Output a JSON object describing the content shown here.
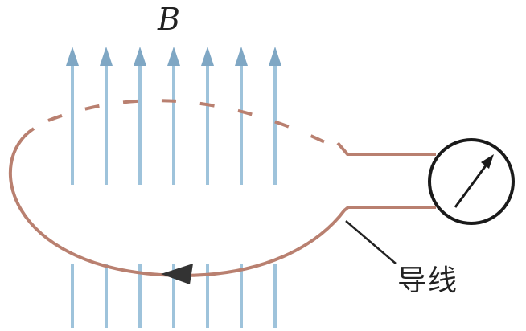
{
  "diagram": {
    "field_symbol": "B",
    "wire_label": "导线",
    "field_line_count": 7,
    "colors": {
      "field_line": "#9ec3db",
      "field_arrowhead": "#7fa7c4",
      "wire": "#b98070",
      "meter": "#1a1a1a",
      "current_arrow": "#333333"
    },
    "icons": {
      "meter": "galvanometer-icon",
      "current": "current-direction-arrow-icon"
    }
  }
}
